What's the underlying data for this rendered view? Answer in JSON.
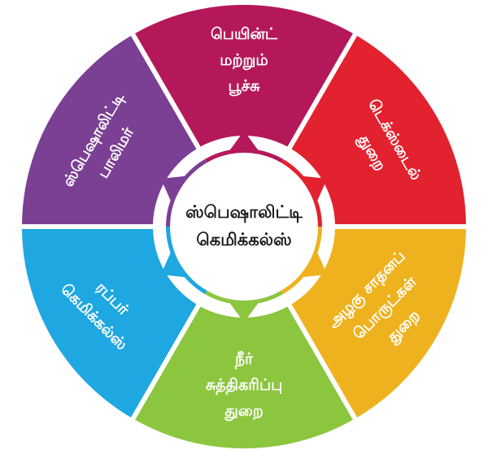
{
  "center": {
    "lines": [
      "ஸ்பெஷாலிட்டி",
      "கெமிக்கல்ஸ்"
    ]
  },
  "segments": [
    {
      "id": "paint",
      "color": "#b5185a",
      "lines": [
        "பெயின்ட்",
        "மற்றும்",
        "பூச்சு"
      ]
    },
    {
      "id": "textile",
      "color": "#e3222f",
      "lines": [
        "டெக்ஸ்டைல்",
        "துறை"
      ]
    },
    {
      "id": "cosmetics",
      "color": "#efb21f",
      "lines": [
        "அழகு சாதனப்",
        "பொருட்கள்",
        "துறை"
      ]
    },
    {
      "id": "water",
      "color": "#8cc63f",
      "lines": [
        "நீர்",
        "சுத்திகரிப்பு",
        "துறை"
      ]
    },
    {
      "id": "rubber",
      "color": "#1ea7e0",
      "lines": [
        "ரப்பர்",
        "கெமிக்கல்ஸ்"
      ]
    },
    {
      "id": "polymer",
      "color": "#7b3f94",
      "lines": [
        "ஸ்பெஷாலிட்டி",
        "பாலிமர்"
      ]
    }
  ]
}
